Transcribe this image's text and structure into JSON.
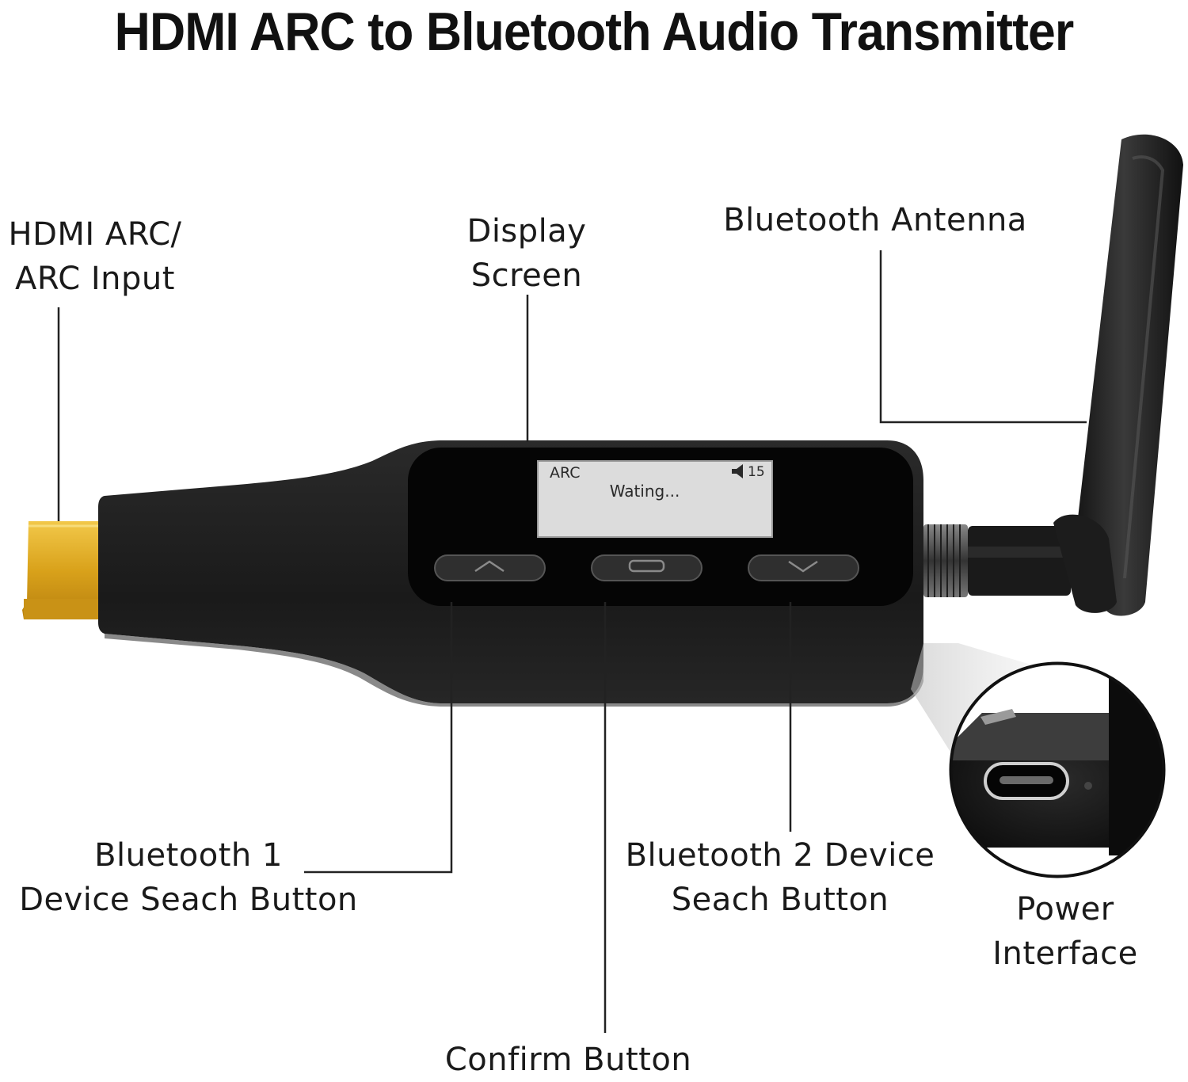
{
  "title": "HDMI ARC to Bluetooth Audio Transmitter",
  "callouts": {
    "hdmi_input": {
      "line1": "HDMI ARC/",
      "line2": "ARC Input"
    },
    "display_screen": {
      "line1": "Display",
      "line2": "Screen"
    },
    "bluetooth_antenna": {
      "line1": "Bluetooth Antenna"
    },
    "bt1_button": {
      "line1": "Bluetooth 1",
      "line2": "Device Seach Button"
    },
    "confirm_button": {
      "line1": "Confirm Button"
    },
    "bt2_button": {
      "line1": "Bluetooth 2 Device",
      "line2": "Seach Button"
    },
    "power_interface": {
      "line1": "Power",
      "line2": "Interface"
    }
  },
  "screen": {
    "mode": "ARC",
    "volume": "15",
    "status": "Wating..."
  },
  "colors": {
    "device_body": "#1c1c1c",
    "hdmi_plug": "#d9a21b",
    "screen_bg": "#dcdcdc",
    "leader_line": "#222222"
  }
}
